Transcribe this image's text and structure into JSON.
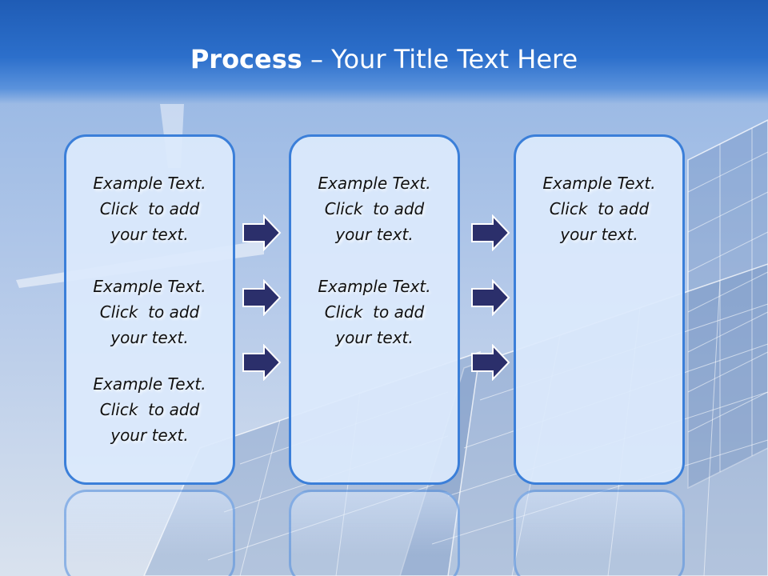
{
  "title": {
    "strong": "Process",
    "rest": " – Your Title Text Here"
  },
  "columns": [
    {
      "blocks": [
        {
          "line1": "Example Text.",
          "line2": "Click  to add",
          "line3": "your text."
        },
        {
          "line1": "Example Text.",
          "line2": "Click  to add",
          "line3": "your text."
        },
        {
          "line1": "Example Text.",
          "line2": "Click  to add",
          "line3": "your text."
        }
      ]
    },
    {
      "blocks": [
        {
          "line1": "Example Text.",
          "line2": "Click  to add",
          "line3": "your text."
        },
        {
          "line1": "Example Text.",
          "line2": "Click  to add",
          "line3": "your text."
        }
      ]
    },
    {
      "blocks": [
        {
          "line1": "Example Text.",
          "line2": "Click  to add",
          "line3": "your text."
        }
      ]
    }
  ],
  "colors": {
    "header": "#2c6fcb",
    "box_border": "#3b7fd9",
    "arrow_fill": "#2b2f6b"
  },
  "icons": [
    "arrow-right-icon"
  ]
}
